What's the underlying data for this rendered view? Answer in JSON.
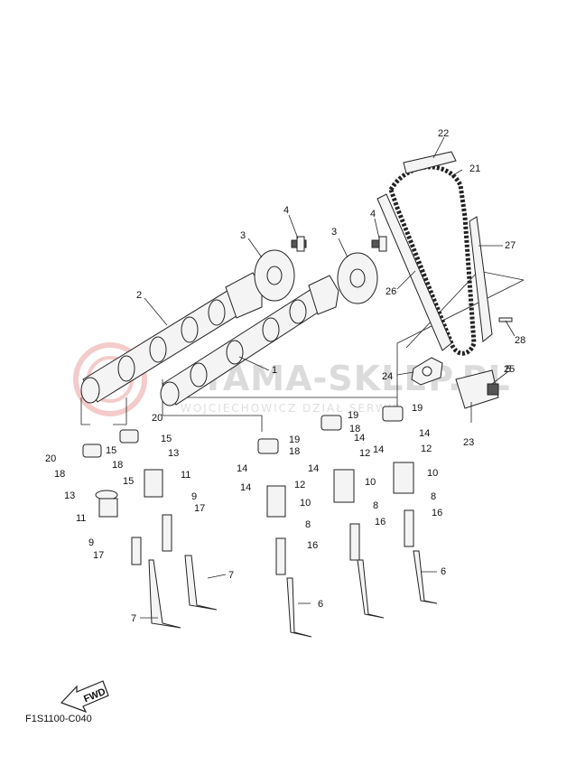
{
  "watermark": {
    "brand": "YAMA-SKLEP.PL",
    "subtitle": "WOJCIECHOWICZ DZIAŁ SERWIS"
  },
  "callouts": [
    {
      "id": "c1",
      "label": "1"
    },
    {
      "id": "c2",
      "label": "2"
    },
    {
      "id": "c3a",
      "label": "3"
    },
    {
      "id": "c3b",
      "label": "3"
    },
    {
      "id": "c4a",
      "label": "4"
    },
    {
      "id": "c4b",
      "label": "4"
    },
    {
      "id": "c5",
      "label": "5"
    },
    {
      "id": "c6a",
      "label": "6"
    },
    {
      "id": "c6b",
      "label": "6"
    },
    {
      "id": "c7a",
      "label": "7"
    },
    {
      "id": "c7b",
      "label": "7"
    },
    {
      "id": "c8a",
      "label": "8"
    },
    {
      "id": "c8b",
      "label": "8"
    },
    {
      "id": "c8c",
      "label": "8"
    },
    {
      "id": "c9a",
      "label": "9"
    },
    {
      "id": "c9b",
      "label": "9"
    },
    {
      "id": "c10a",
      "label": "10"
    },
    {
      "id": "c10b",
      "label": "10"
    },
    {
      "id": "c10c",
      "label": "10"
    },
    {
      "id": "c11a",
      "label": "11"
    },
    {
      "id": "c11b",
      "label": "11"
    },
    {
      "id": "c12a",
      "label": "12"
    },
    {
      "id": "c12b",
      "label": "12"
    },
    {
      "id": "c12c",
      "label": "12"
    },
    {
      "id": "c13a",
      "label": "13"
    },
    {
      "id": "c13b",
      "label": "13"
    },
    {
      "id": "c14a",
      "label": "14"
    },
    {
      "id": "c14b",
      "label": "14"
    },
    {
      "id": "c14c",
      "label": "14"
    },
    {
      "id": "c14d",
      "label": "14"
    },
    {
      "id": "c14e",
      "label": "14"
    },
    {
      "id": "c14f",
      "label": "14"
    },
    {
      "id": "c15a",
      "label": "15"
    },
    {
      "id": "c15b",
      "label": "15"
    },
    {
      "id": "c15c",
      "label": "15"
    },
    {
      "id": "c16a",
      "label": "16"
    },
    {
      "id": "c16b",
      "label": "16"
    },
    {
      "id": "c16c",
      "label": "16"
    },
    {
      "id": "c17a",
      "label": "17"
    },
    {
      "id": "c17b",
      "label": "17"
    },
    {
      "id": "c18a",
      "label": "18"
    },
    {
      "id": "c18b",
      "label": "18"
    },
    {
      "id": "c18c",
      "label": "18"
    },
    {
      "id": "c18d",
      "label": "18"
    },
    {
      "id": "c19a",
      "label": "19"
    },
    {
      "id": "c19b",
      "label": "19"
    },
    {
      "id": "c19c",
      "label": "19"
    },
    {
      "id": "c20a",
      "label": "20"
    },
    {
      "id": "c20b",
      "label": "20"
    },
    {
      "id": "c21",
      "label": "21"
    },
    {
      "id": "c22",
      "label": "22"
    },
    {
      "id": "c23",
      "label": "23"
    },
    {
      "id": "c24",
      "label": "24"
    },
    {
      "id": "c25",
      "label": "25"
    },
    {
      "id": "c26",
      "label": "26"
    },
    {
      "id": "c27",
      "label": "27"
    },
    {
      "id": "c28",
      "label": "28"
    }
  ],
  "fwd_label": "FWD",
  "figure_code": "F1S1100-C040"
}
